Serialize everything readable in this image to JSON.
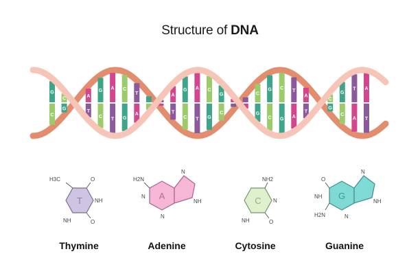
{
  "title": {
    "prefix": "Structure of ",
    "emphasis": "DNA"
  },
  "colors": {
    "strand_front": "#f6c5b7",
    "strand_back": "#e28d6e",
    "T": "#8b5a9c",
    "A": "#d2468e",
    "C": "#9ccc6a",
    "G": "#3ea58a",
    "thymine_fill": "#cfc5e2",
    "adenine_fill": "#f6b7d6",
    "cytosine_fill": "#dff0cf",
    "guanine_fill": "#7fd9d5"
  },
  "helix_rungs": [
    {
      "top": "G",
      "bottom": "C"
    },
    {
      "top": "C",
      "bottom": "G"
    },
    {
      "top": "T",
      "bottom": "A"
    },
    {
      "top": "A",
      "bottom": "T"
    },
    {
      "top": "G",
      "bottom": "C"
    },
    {
      "top": "A",
      "bottom": "T"
    },
    {
      "top": "C",
      "bottom": "G"
    },
    {
      "top": "T",
      "bottom": "A"
    },
    {
      "top": "G",
      "bottom": "C"
    },
    {
      "top": "T",
      "bottom": "A"
    },
    {
      "top": "A",
      "bottom": "T"
    },
    {
      "top": "G",
      "bottom": "C"
    },
    {
      "top": "A",
      "bottom": "T"
    },
    {
      "top": "C",
      "bottom": "G"
    },
    {
      "top": "G",
      "bottom": "C"
    },
    {
      "top": "A",
      "bottom": "T"
    },
    {
      "top": "T",
      "bottom": "A"
    },
    {
      "top": "C",
      "bottom": "G"
    },
    {
      "top": "G",
      "bottom": "C"
    },
    {
      "top": "C",
      "bottom": "G"
    },
    {
      "top": "T",
      "bottom": "A"
    },
    {
      "top": "A",
      "bottom": "T"
    },
    {
      "top": "G",
      "bottom": "C"
    },
    {
      "top": "C",
      "bottom": "G"
    },
    {
      "top": "G",
      "bottom": "C"
    },
    {
      "top": "T",
      "bottom": "A"
    },
    {
      "top": "A",
      "bottom": "T"
    }
  ],
  "bases": [
    {
      "name": "Thymine",
      "letter": "T",
      "atoms": [
        "H3C",
        "O",
        "NH",
        "O",
        "NH"
      ]
    },
    {
      "name": "Adenine",
      "letter": "A",
      "atoms": [
        "H2N",
        "N",
        "N",
        "NH",
        "N"
      ]
    },
    {
      "name": "Cytosine",
      "letter": "C",
      "atoms": [
        "NH2",
        "N",
        "O",
        "NH"
      ]
    },
    {
      "name": "Guanine",
      "letter": "G",
      "atoms": [
        "O",
        "N",
        "NH",
        "H2N",
        "N",
        "NH"
      ]
    }
  ]
}
